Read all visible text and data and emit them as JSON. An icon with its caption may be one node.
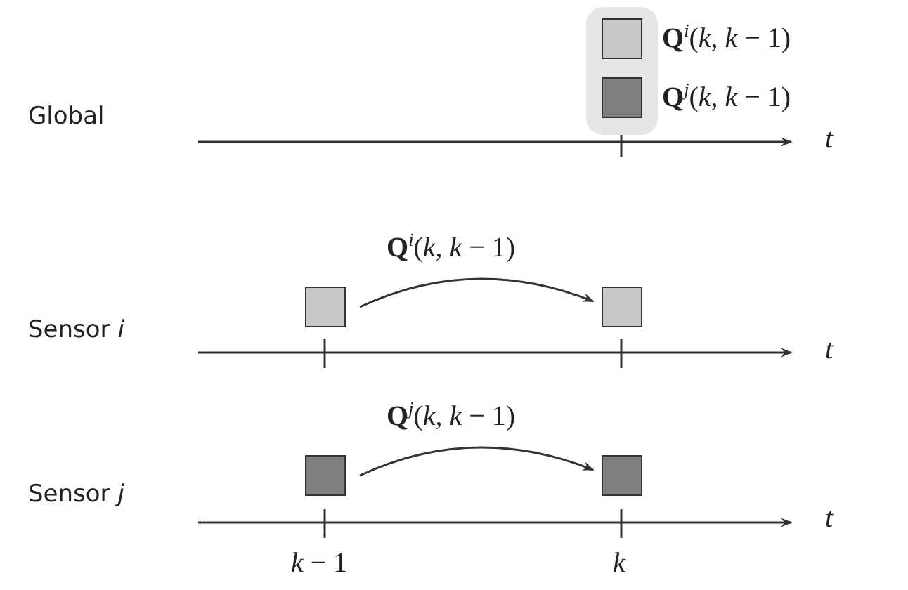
{
  "diagram": {
    "nodes": [
      {
        "text": [],
        "shape": "box"
      },
      {
        "text": [],
        "shape": "box",
        "in": 0,
        "beside": [
          "**Q**$^{i}$(*k*, *k* − 1)"
        ]
      },
      {
        "text": [],
        "shape": "box",
        "in": 0,
        "beside": [
          "**Q**$^{j}$(*k*, *k* − 1)"
        ]
      },
      {
        "text": [],
        "shape": "box"
      },
      {
        "text": [],
        "shape": "box"
      },
      {
        "text": [],
        "shape": "box"
      },
      {
        "text": [],
        "shape": "box"
      }
    ],
    "edges": [
      {
        "from": 3,
        "to": 4,
        "arrow": "to",
        "label": "**Q**$^{i}$(*k*, *k* − 1)"
      },
      {
        "from": 5,
        "to": 6,
        "arrow": "to",
        "label": "**Q**$^{j}$(*k*, *k* − 1)"
      }
    ],
    "labels": [
      "Global",
      "t",
      "Sensor *i*",
      "t",
      "Sensor *j*",
      "t",
      "*k* − 1",
      "*k*"
    ]
  }
}
